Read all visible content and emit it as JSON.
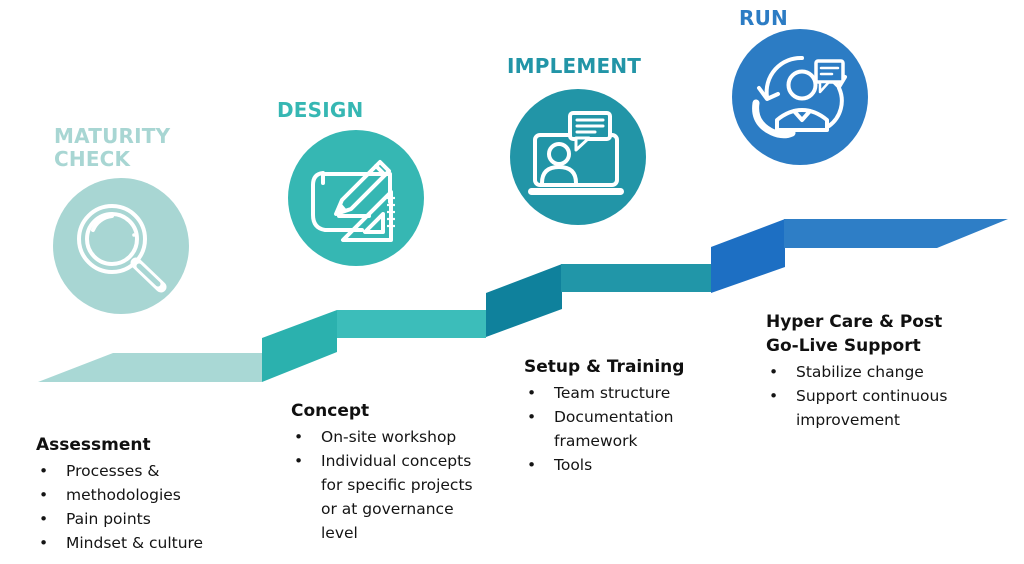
{
  "background": "#FFFFFF",
  "text_color": "#141414",
  "bullet_char": "•",
  "stages": [
    {
      "title": "MATURITY\nCHECK",
      "color": "#A8D6D3",
      "icon": "magnifier-icon"
    },
    {
      "title": "DESIGN",
      "color": "#36B7B3",
      "icon": "blueprint-pencil-icon"
    },
    {
      "title": "IMPLEMENT",
      "color": "#2295A7",
      "icon": "laptop-video-call-icon"
    },
    {
      "title": "RUN",
      "color": "#2C7CC4",
      "icon": "support-agent-icon"
    }
  ],
  "staircase": {
    "tread_colors": [
      "#A9D8D5",
      "#3CBDBA",
      "#2196A8",
      "#2E7EC6"
    ],
    "riser_colors": [
      "#2BB1AE",
      "#0F819C",
      "#1D6FC3"
    ]
  },
  "blocks": [
    {
      "title": "Assessment",
      "bullets": [
        "Processes &",
        "methodologies",
        "Pain points",
        "Mindset & culture"
      ]
    },
    {
      "title": "Concept",
      "bullets": [
        "On-site workshop",
        "Individual concepts\nfor specific projects\nor at governance\nlevel"
      ]
    },
    {
      "title": "Setup & Training",
      "bullets": [
        "Team structure",
        "Documentation\nframework",
        "Tools"
      ]
    },
    {
      "title": "Hyper Care & Post\nGo-Live Support",
      "bullets": [
        "Stabilize change",
        "Support continuous\nimprovement"
      ]
    }
  ]
}
